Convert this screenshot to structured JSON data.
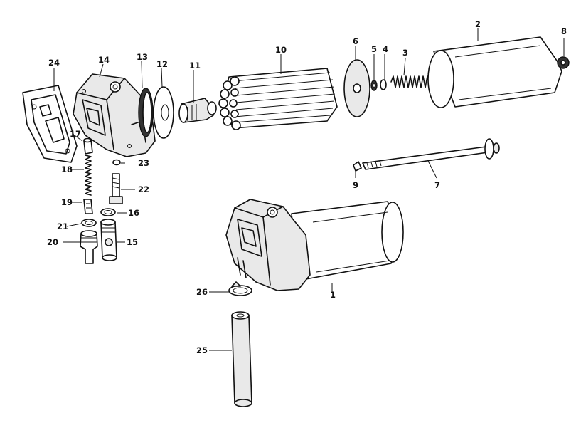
{
  "diagram": {
    "parts": [
      {
        "id": "1",
        "text": "1"
      },
      {
        "id": "2",
        "text": "2"
      },
      {
        "id": "3",
        "text": "3"
      },
      {
        "id": "4",
        "text": "4"
      },
      {
        "id": "5",
        "text": "5"
      },
      {
        "id": "6",
        "text": "6"
      },
      {
        "id": "7",
        "text": "7"
      },
      {
        "id": "8",
        "text": "8"
      },
      {
        "id": "9",
        "text": "9"
      },
      {
        "id": "10",
        "text": "10"
      },
      {
        "id": "11",
        "text": "11"
      },
      {
        "id": "12",
        "text": "12"
      },
      {
        "id": "13",
        "text": "13"
      },
      {
        "id": "14",
        "text": "14"
      },
      {
        "id": "15",
        "text": "15"
      },
      {
        "id": "16",
        "text": "16"
      },
      {
        "id": "17",
        "text": "17"
      },
      {
        "id": "18",
        "text": "18"
      },
      {
        "id": "19",
        "text": "19"
      },
      {
        "id": "20",
        "text": "20"
      },
      {
        "id": "21",
        "text": "21"
      },
      {
        "id": "22",
        "text": "22"
      },
      {
        "id": "23",
        "text": "23"
      },
      {
        "id": "24",
        "text": "24"
      },
      {
        "id": "25",
        "text": "25"
      },
      {
        "id": "26",
        "text": "26"
      }
    ]
  }
}
